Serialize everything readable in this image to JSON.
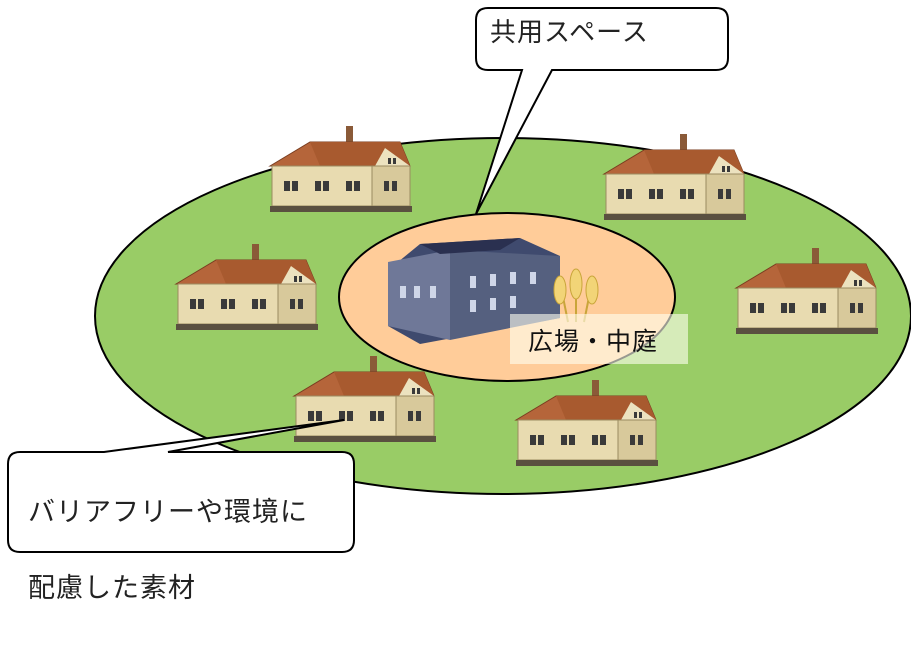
{
  "callouts": {
    "shared_space": "共用スペース",
    "materials_line1": "バリアフリーや環境に",
    "materials_line2": "配慮した素材"
  },
  "plaza_label": "広場・中庭",
  "colors": {
    "outer_field": "#99cc66",
    "inner_plaza": "#ffcc99",
    "house_wall": "#e8dbb0",
    "house_roof": "#b5653a",
    "central_building": "#3f4a6e"
  },
  "icons": [
    "house-icon",
    "apartment-building-icon",
    "wheat-icon"
  ]
}
